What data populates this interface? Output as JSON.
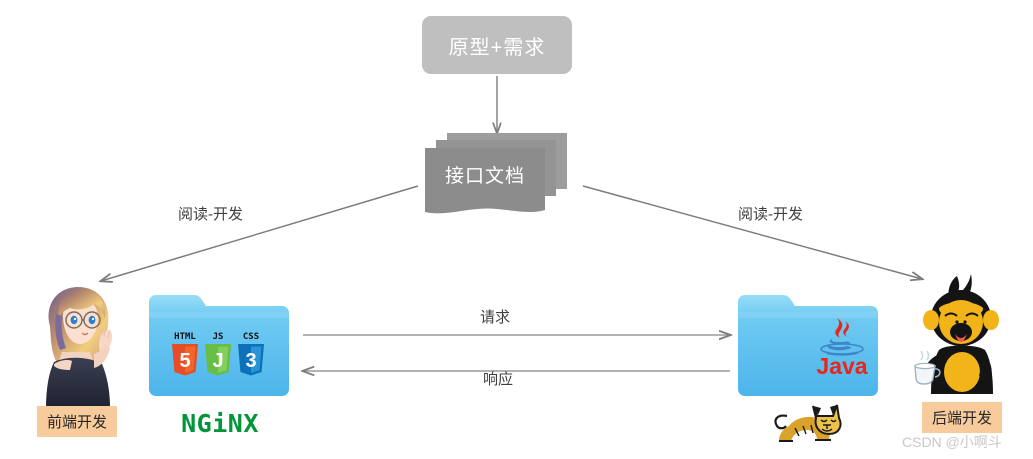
{
  "diagram": {
    "title_box": {
      "label": "原型+需求",
      "fill": "#bfbfbf",
      "text_color": "#ffffff"
    },
    "doc_stack": {
      "label": "接口文档",
      "fill": "#8c8c8c",
      "text_color": "#ffffff"
    },
    "edges": [
      {
        "id": "left-read-dev",
        "label": "阅读-开发",
        "from": "接口文档",
        "to": "前端开发"
      },
      {
        "id": "right-read-dev",
        "label": "阅读-开发",
        "from": "接口文档",
        "to": "后端开发"
      },
      {
        "id": "request",
        "label": "请求",
        "from": "前端开发",
        "to": "后端开发"
      },
      {
        "id": "response",
        "label": "响应",
        "from": "后端开发",
        "to": "前端开发"
      }
    ],
    "nodes": {
      "frontend": {
        "name_tag": "前端开发",
        "tag_fill": "#f8cb9c",
        "folder_color": "#5bc0f0",
        "tech_badges": [
          {
            "name": "HTML",
            "glyph": "5",
            "color": "#e44d26"
          },
          {
            "name": "JS",
            "glyph": "J",
            "color": "#68bd45"
          },
          {
            "name": "CSS",
            "glyph": "3",
            "color": "#0d71b9"
          }
        ],
        "server_logo": {
          "name": "NGINX",
          "text": "NGiNX",
          "color": "#009639"
        }
      },
      "backend": {
        "name_tag": "后端开发",
        "tag_fill": "#f8cb9c",
        "folder_color": "#5bc0f0",
        "tech_badges": [
          {
            "name": "Java",
            "glyph": "Java",
            "color": "#e8261c"
          }
        ],
        "server_logo": {
          "name": "Tomcat",
          "text": "",
          "color": "#d1a12b"
        }
      }
    },
    "watermark": "CSDN @小啊斗",
    "line_color": "#8c8c8c"
  }
}
